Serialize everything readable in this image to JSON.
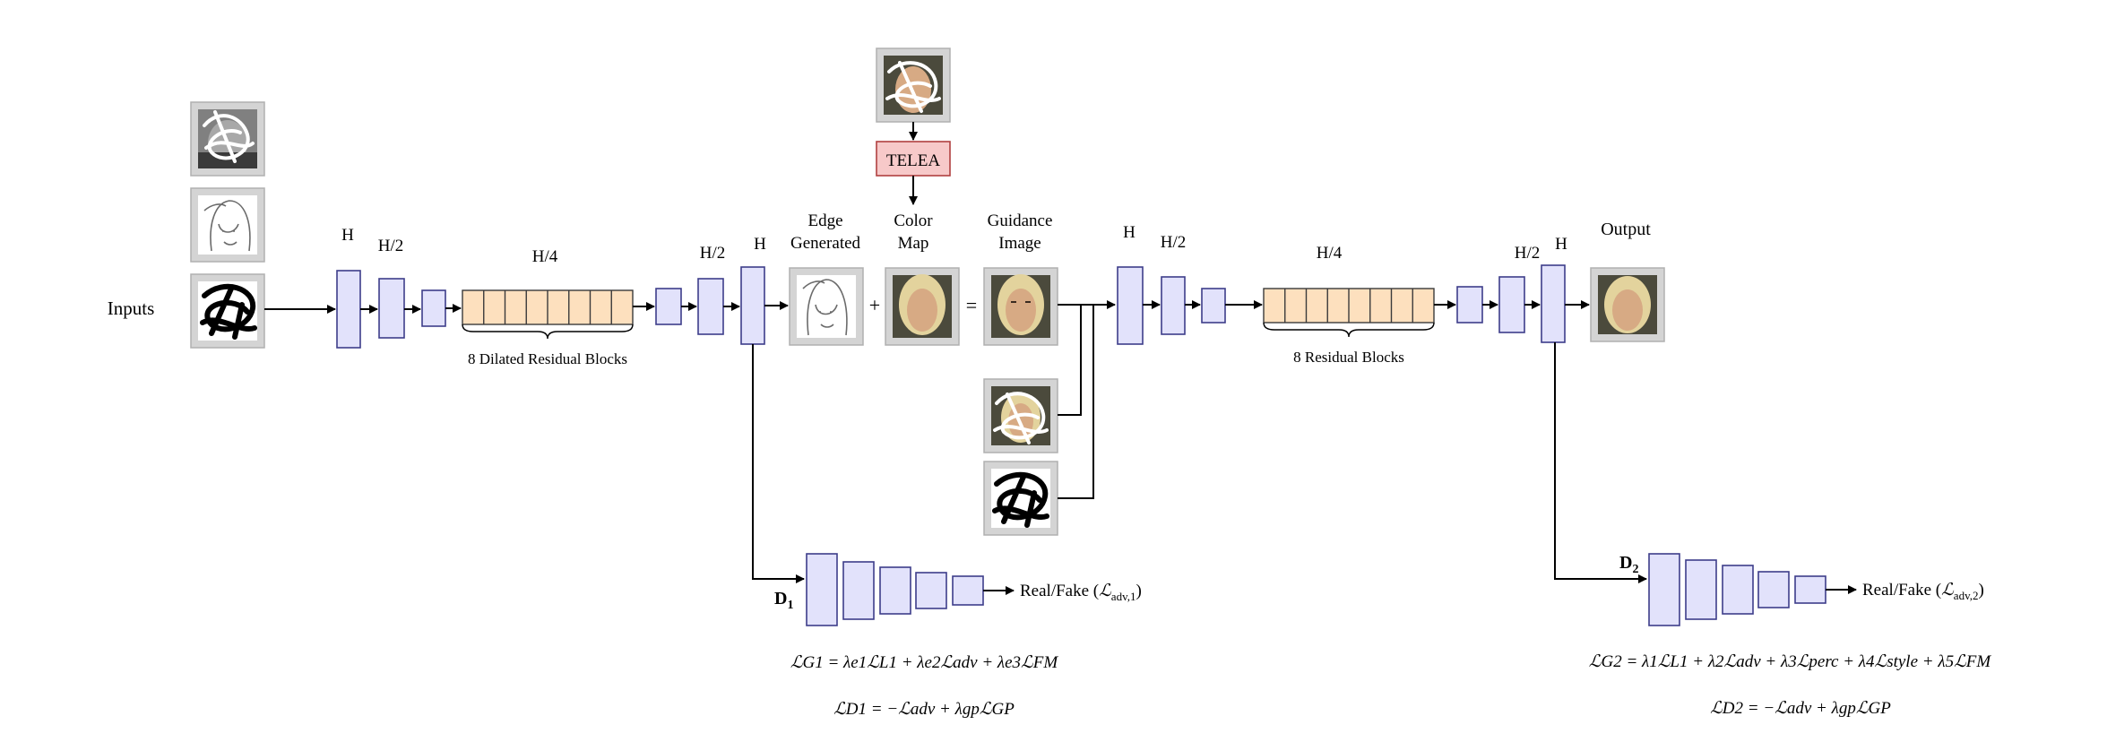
{
  "labels": {
    "inputs": "Inputs",
    "telea": "TELEA",
    "edge_generated_line1": "Edge",
    "edge_generated_line2": "Generated",
    "color_map_line1": "Color",
    "color_map_line2": "Map",
    "guidance_line1": "Guidance",
    "guidance_line2": "Image",
    "output": "Output",
    "plus": "+",
    "equals": "=",
    "stage1_h": "H",
    "stage1_h2": "H/2",
    "stage1_h4": "H/4",
    "stage1_h2b": "H/2",
    "stage1_hb": "H",
    "stage2_h": "H",
    "stage2_h2": "H/2",
    "stage2_h4": "H/4",
    "stage2_h2b": "H/2",
    "stage2_hb": "H",
    "dilated_blocks": "8 Dilated Residual Blocks",
    "residual_blocks": "8 Residual Blocks",
    "d1_main": "D",
    "d1_sub": "1",
    "d2_main": "D",
    "d2_sub": "2",
    "realfake1_text": "Real/Fake (",
    "realfake1_L": "ℒ",
    "realfake1_sub": "adv,1",
    "realfake2_text": "Real/Fake (",
    "realfake2_L": "ℒ",
    "realfake2_sub": "adv,2",
    "close_paren": ")"
  },
  "equations": {
    "g1": "ℒG1 = λe1ℒL1 + λe2ℒadv + λe3ℒFM",
    "d1": "ℒD1 = −ℒadv + λgpℒGP",
    "g2": "ℒG2 = λ1ℒL1 + λ2ℒadv + λ3ℒperc + λ4ℒstyle + λ5ℒFM",
    "d2": "ℒD2 = −ℒadv + λgpℒGP"
  },
  "colors": {
    "conv_block_fill": "#e2e2fb",
    "conv_block_stroke": "#3d3d8a",
    "residual_block_fill": "#fde0be",
    "telea_fill": "#f7c9c9",
    "telea_stroke": "#b04040"
  }
}
